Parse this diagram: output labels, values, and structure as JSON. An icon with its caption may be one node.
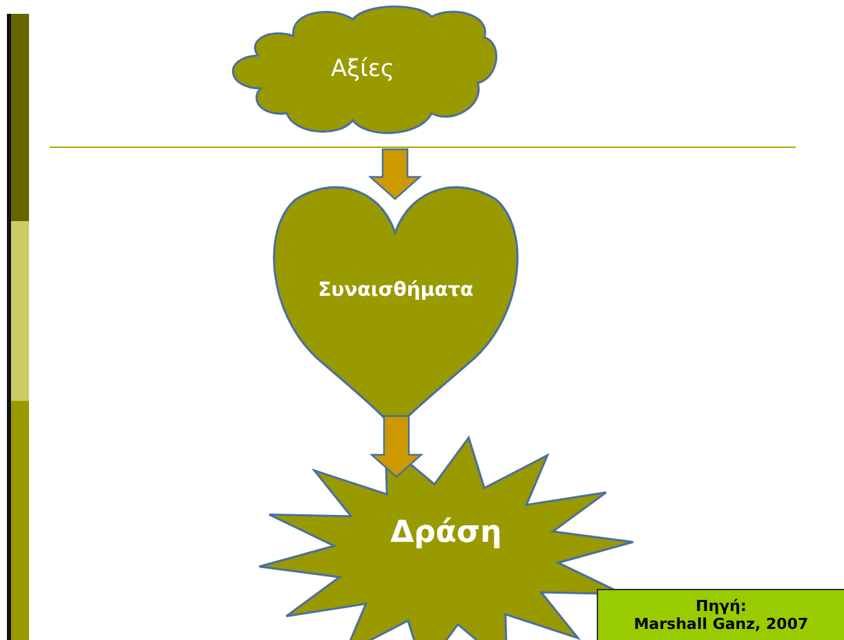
{
  "diagram": {
    "nodes": [
      {
        "text": [
          "Αξίες"
        ]
      },
      {
        "text": [
          "Συναισθήματα"
        ]
      },
      {
        "text": [
          "Δράση"
        ]
      },
      {
        "text": [
          "Πηγή:",
          "Marshall Ganz, 2007"
        ]
      }
    ],
    "edges": [
      {
        "from": 0,
        "to": 1,
        "arrow": "to",
        "style": "thick"
      },
      {
        "from": 1,
        "to": 2,
        "arrow": "to",
        "style": "thick"
      }
    ]
  }
}
